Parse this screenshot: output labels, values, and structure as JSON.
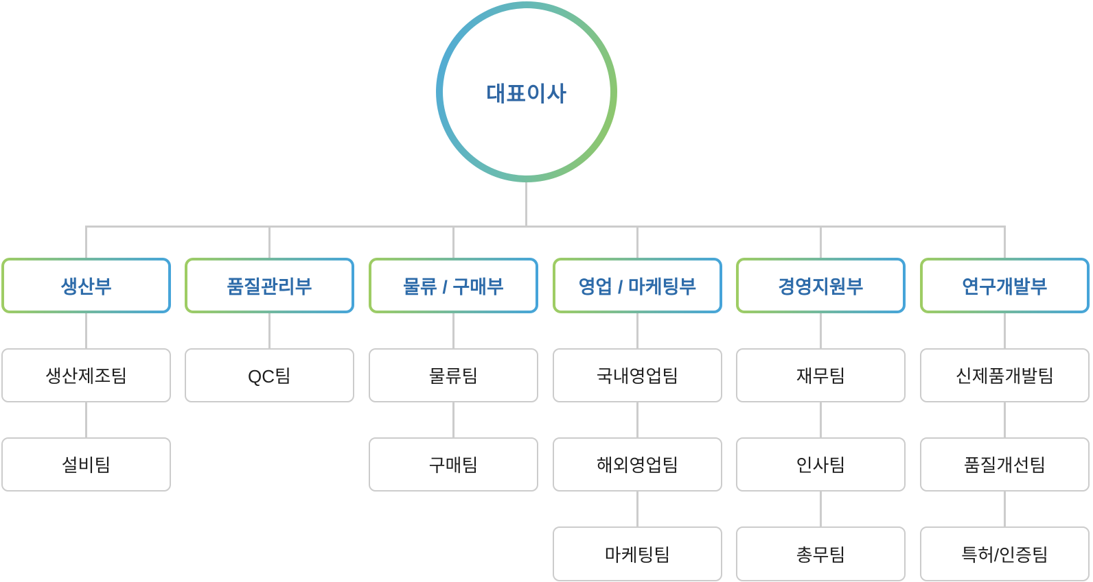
{
  "ceo": {
    "label": "대표이사"
  },
  "columns": [
    {
      "dept": "생산부",
      "teams": [
        "생산제조팀",
        "설비팀"
      ]
    },
    {
      "dept": "품질관리부",
      "teams": [
        "QC팀"
      ]
    },
    {
      "dept": "물류 / 구매부",
      "teams": [
        "물류팀",
        "구매팀"
      ]
    },
    {
      "dept": "영업 / 마케팅부",
      "teams": [
        "국내영업팀",
        "해외영업팀",
        "마케팅팀"
      ]
    },
    {
      "dept": "경영지원부",
      "teams": [
        "재무팀",
        "인사팀",
        "총무팀"
      ]
    },
    {
      "dept": "연구개발부",
      "teams": [
        "신제품개발팀",
        "품질개선팀",
        "특허/인증팀"
      ]
    }
  ],
  "style": {
    "gradient_green": "#9fcd63",
    "gradient_blue": "#45a4da",
    "ceo_text_blue": "#2f66a3",
    "dept_text_blue": "#2d6ba9",
    "team_text": "#1e1e1e",
    "connector_gray": "#cccccc"
  }
}
